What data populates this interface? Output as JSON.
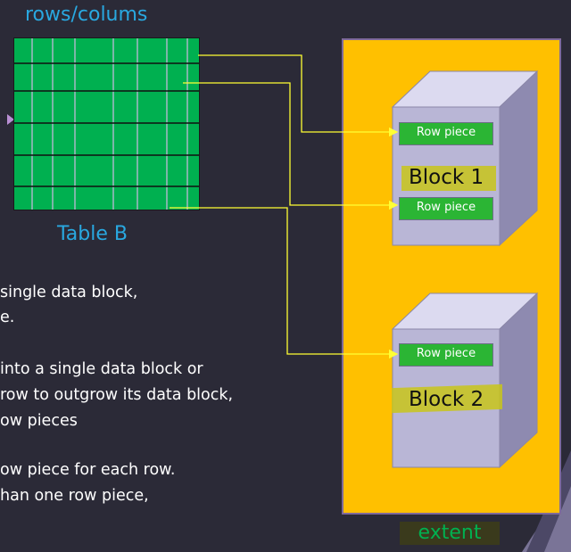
{
  "heading": "rows/colums",
  "table": {
    "caption": "Table B",
    "columns": 8,
    "rows": 6
  },
  "body_text": [
    "single data block,",
    "e.",
    "into a single data block or",
    "row to outgrow its data block,",
    "ow pieces",
    "ow piece for each row.",
    "han one row piece,"
  ],
  "extent": {
    "label": "extent",
    "blocks": [
      {
        "label": "Block 1",
        "row_pieces": [
          "Row piece",
          "Row piece"
        ]
      },
      {
        "label": "Block 2",
        "row_pieces": [
          "Row piece"
        ]
      }
    ]
  },
  "colors": {
    "background": "#2b2a37",
    "accent_blue": "#29a8e0",
    "table_green": "#00b050",
    "extent_yellow": "#ffc000",
    "connector_yellow": "#ffff33",
    "block_face": "#b9b6d6"
  }
}
